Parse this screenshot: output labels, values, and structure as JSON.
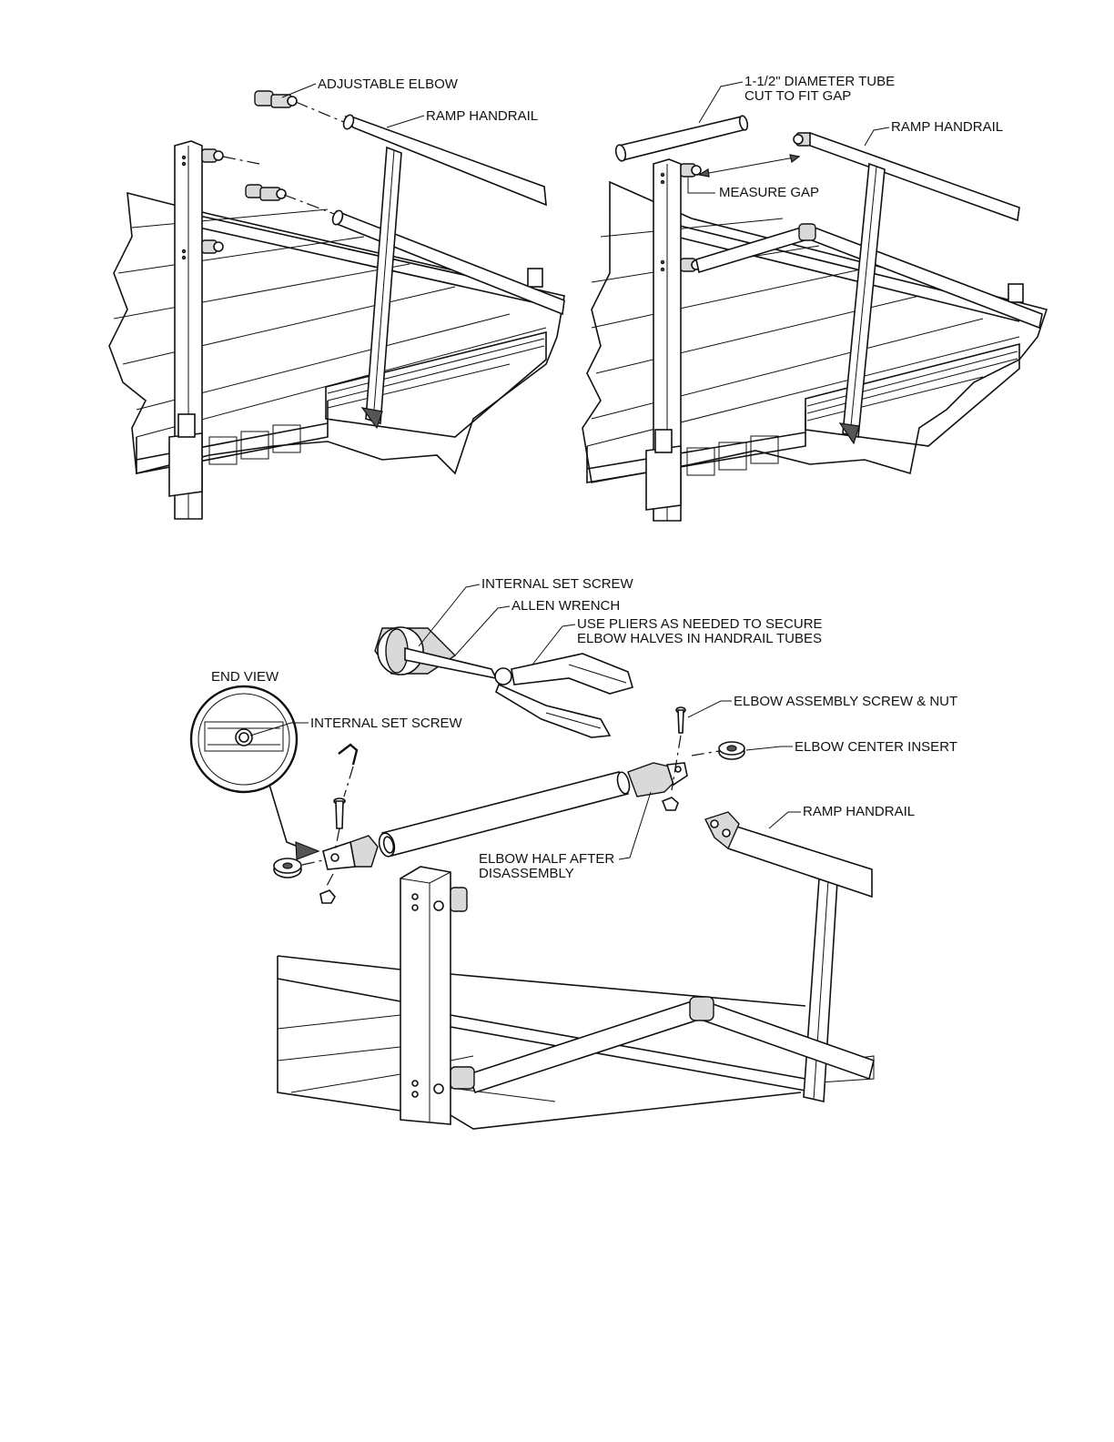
{
  "panel_a": {
    "labels": {
      "adjustable_elbow": "ADJUSTABLE ELBOW",
      "ramp_handrail": "RAMP HANDRAIL"
    }
  },
  "panel_b": {
    "labels": {
      "tube_line1": "1-1/2\" DIAMETER TUBE",
      "tube_line2": "CUT TO FIT GAP",
      "ramp_handrail": "RAMP HANDRAIL",
      "measure_gap": "MEASURE GAP"
    }
  },
  "panel_c": {
    "labels": {
      "internal_set_screw_top": "INTERNAL SET SCREW",
      "allen_wrench": "ALLEN WRENCH",
      "pliers_line1": "USE PLIERS AS NEEDED TO SECURE",
      "pliers_line2": "ELBOW HALVES IN HANDRAIL TUBES",
      "end_view": "END VIEW",
      "internal_set_screw": "INTERNAL SET SCREW",
      "elbow_screw_nut": "ELBOW ASSEMBLY SCREW & NUT",
      "elbow_center_insert": "ELBOW CENTER INSERT",
      "ramp_handrail": "RAMP HANDRAIL",
      "elbow_half_line1": "ELBOW HALF AFTER",
      "elbow_half_line2": "DISASSEMBLY"
    }
  }
}
